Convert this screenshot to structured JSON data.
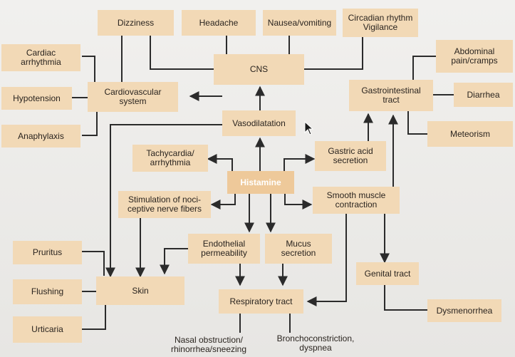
{
  "nodes": {
    "dizziness": "Dizziness",
    "headache": "Headache",
    "nausea": "Nausea/vomiting",
    "circadian": "Circadian rhythm\nVigilance",
    "cardiac_arrhythmia": "Cardiac\narrhythmia",
    "hypotension": "Hypotension",
    "anaphylaxis": "Anaphylaxis",
    "cns": "CNS",
    "cardiovascular": "Cardiovascular\nsystem",
    "vasodilatation": "Vasodilatation",
    "abdominal": "Abdominal\npain/cramps",
    "gi_tract": "Gastrointestinal\ntract",
    "diarrhea": "Diarrhea",
    "meteorism": "Meteorism",
    "tachycardia": "Tachycardia/\narrhythmia",
    "gastric_acid": "Gastric acid\nsecretion",
    "histamine": "Histamine",
    "nociceptive": "Stimulation of noci-\nceptive nerve fibers",
    "smooth_muscle": "Smooth muscle\ncontraction",
    "endothelial": "Endothelial\npermeability",
    "mucus": "Mucus\nsecretion",
    "pruritus": "Pruritus",
    "flushing": "Flushing",
    "urticaria": "Urticaria",
    "skin": "Skin",
    "genital": "Genital tract",
    "respiratory": "Respiratory tract",
    "dysmenorrhea": "Dysmenorrhea",
    "nasal": "Nasal obstruction/\nrhinorrhea/sneezing",
    "broncho": "Bronchoconstriction,\ndyspnea"
  },
  "colors": {
    "box": "#f2d9b6",
    "hub": "#eec99a",
    "line": "#2b2b2b",
    "text": "#2a241f"
  }
}
